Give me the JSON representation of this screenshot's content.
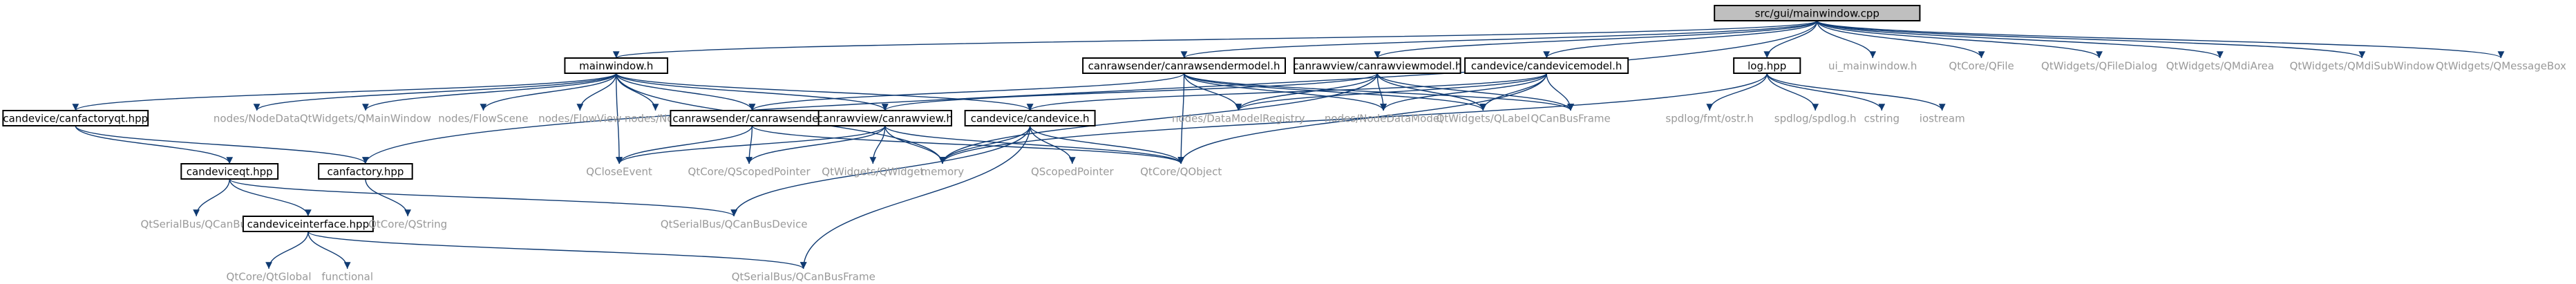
{
  "colors": {
    "edge": "#0f3a72",
    "root_fill": "#bfbfbf",
    "root_border": "#000000",
    "documented_fill": "#ffffff",
    "documented_border": "#000000",
    "external_text": "#999999",
    "documented_text": "#000000"
  },
  "nodes": [
    {
      "id": "mainwindow_cpp",
      "label": "src/gui/mainwindow.cpp",
      "kind": "root"
    },
    {
      "id": "mainwindow_h",
      "label": "mainwindow.h",
      "kind": "documented"
    },
    {
      "id": "canrawsendermodel_h",
      "label": "canrawsender/canrawsendermodel.h",
      "kind": "documented"
    },
    {
      "id": "canrawviewmodel_h",
      "label": "canrawview/canrawviewmodel.h",
      "kind": "documented"
    },
    {
      "id": "candevicemodel_h",
      "label": "candevice/candevicemodel.h",
      "kind": "documented"
    },
    {
      "id": "log_hpp",
      "label": "log.hpp",
      "kind": "documented"
    },
    {
      "id": "ui_mainwindow_h",
      "label": "ui_mainwindow.h",
      "kind": "external"
    },
    {
      "id": "qtcore_qfile",
      "label": "QtCore/QFile",
      "kind": "external"
    },
    {
      "id": "qtwidgets_qfiledialog",
      "label": "QtWidgets/QFileDialog",
      "kind": "external"
    },
    {
      "id": "qtwidgets_qmdiarea",
      "label": "QtWidgets/QMdiArea",
      "kind": "external"
    },
    {
      "id": "qtwidgets_qmdisubwindow",
      "label": "QtWidgets/QMdiSubWindow",
      "kind": "external"
    },
    {
      "id": "qtwidgets_qmessagebox",
      "label": "QtWidgets/QMessageBox",
      "kind": "external"
    },
    {
      "id": "canfactoryqt_hpp",
      "label": "candevice/canfactoryqt.hpp",
      "kind": "documented"
    },
    {
      "id": "nodes_nodedata",
      "label": "nodes/NodeData",
      "kind": "external"
    },
    {
      "id": "qtwidgets_qmainwindow",
      "label": "QtWidgets/QMainWindow",
      "kind": "external"
    },
    {
      "id": "nodes_flowscene",
      "label": "nodes/FlowScene",
      "kind": "external"
    },
    {
      "id": "nodes_flowview",
      "label": "nodes/FlowView",
      "kind": "external"
    },
    {
      "id": "nodes_node",
      "label": "nodes/Node",
      "kind": "external"
    },
    {
      "id": "canrawsender_h",
      "label": "canrawsender/canrawsender.h",
      "kind": "documented"
    },
    {
      "id": "canrawview_h",
      "label": "canrawview/canrawview.h",
      "kind": "documented"
    },
    {
      "id": "candevice_h",
      "label": "candevice/candevice.h",
      "kind": "documented"
    },
    {
      "id": "nodes_datamodelregistry",
      "label": "nodes/DataModelRegistry",
      "kind": "external"
    },
    {
      "id": "nodes_nodedatamodel",
      "label": "nodes/NodeDataModel",
      "kind": "external"
    },
    {
      "id": "qtwidgets_qlabel",
      "label": "QtWidgets/QLabel",
      "kind": "external"
    },
    {
      "id": "qcanbusframe",
      "label": "QCanBusFrame",
      "kind": "external"
    },
    {
      "id": "spdlog_fmt_ostr_h",
      "label": "spdlog/fmt/ostr.h",
      "kind": "external"
    },
    {
      "id": "spdlog_spdlog_h",
      "label": "spdlog/spdlog.h",
      "kind": "external"
    },
    {
      "id": "cstring",
      "label": "cstring",
      "kind": "external"
    },
    {
      "id": "iostream",
      "label": "iostream",
      "kind": "external"
    },
    {
      "id": "candeviceqt_hpp",
      "label": "candeviceqt.hpp",
      "kind": "documented"
    },
    {
      "id": "canfactory_hpp",
      "label": "canfactory.hpp",
      "kind": "documented"
    },
    {
      "id": "qcloseevent",
      "label": "QCloseEvent",
      "kind": "external"
    },
    {
      "id": "qtcore_qscopedpointer",
      "label": "QtCore/QScopedPointer",
      "kind": "external"
    },
    {
      "id": "qtwidgets_qwidget",
      "label": "QtWidgets/QWidget",
      "kind": "external"
    },
    {
      "id": "memory",
      "label": "memory",
      "kind": "external"
    },
    {
      "id": "qscopedpointer",
      "label": "QScopedPointer",
      "kind": "external"
    },
    {
      "id": "qtcore_qobject",
      "label": "QtCore/QObject",
      "kind": "external"
    },
    {
      "id": "qtserialbus_qcanbus",
      "label": "QtSerialBus/QCanBus",
      "kind": "external"
    },
    {
      "id": "candeviceinterface_hpp",
      "label": "candeviceinterface.hpp",
      "kind": "documented"
    },
    {
      "id": "qtcore_qstring",
      "label": "QtCore/QString",
      "kind": "external"
    },
    {
      "id": "qtserialbus_qcanbusdevice",
      "label": "QtSerialBus/QCanBusDevice",
      "kind": "external"
    },
    {
      "id": "qtcore_qtglobal",
      "label": "QtCore/QtGlobal",
      "kind": "external"
    },
    {
      "id": "functional",
      "label": "functional",
      "kind": "external"
    },
    {
      "id": "qtserialbus_qcanbusframe",
      "label": "QtSerialBus/QCanBusFrame",
      "kind": "external"
    }
  ],
  "edges": [
    [
      "mainwindow_cpp",
      "mainwindow_h"
    ],
    [
      "mainwindow_cpp",
      "canrawsendermodel_h"
    ],
    [
      "mainwindow_cpp",
      "canrawviewmodel_h"
    ],
    [
      "mainwindow_cpp",
      "candevicemodel_h"
    ],
    [
      "mainwindow_cpp",
      "log_hpp"
    ],
    [
      "mainwindow_cpp",
      "ui_mainwindow_h"
    ],
    [
      "mainwindow_cpp",
      "qtcore_qfile"
    ],
    [
      "mainwindow_cpp",
      "qtwidgets_qfiledialog"
    ],
    [
      "mainwindow_cpp",
      "qtwidgets_qmdiarea"
    ],
    [
      "mainwindow_cpp",
      "qtwidgets_qmdisubwindow"
    ],
    [
      "mainwindow_cpp",
      "qtwidgets_qmessagebox"
    ],
    [
      "mainwindow_cpp",
      "canfactory_hpp"
    ],
    [
      "mainwindow_h",
      "canfactoryqt_hpp"
    ],
    [
      "mainwindow_h",
      "nodes_nodedata"
    ],
    [
      "mainwindow_h",
      "qtwidgets_qmainwindow"
    ],
    [
      "mainwindow_h",
      "nodes_flowscene"
    ],
    [
      "mainwindow_h",
      "nodes_flowview"
    ],
    [
      "mainwindow_h",
      "nodes_node"
    ],
    [
      "mainwindow_h",
      "canrawsender_h"
    ],
    [
      "mainwindow_h",
      "canrawview_h"
    ],
    [
      "mainwindow_h",
      "candevice_h"
    ],
    [
      "mainwindow_h",
      "qcloseevent"
    ],
    [
      "mainwindow_h",
      "memory"
    ],
    [
      "canrawsendermodel_h",
      "canrawsender_h"
    ],
    [
      "canrawsendermodel_h",
      "nodes_datamodelregistry"
    ],
    [
      "canrawsendermodel_h",
      "nodes_nodedatamodel"
    ],
    [
      "canrawsendermodel_h",
      "qtwidgets_qlabel"
    ],
    [
      "canrawsendermodel_h",
      "qtcore_qobject"
    ],
    [
      "canrawsendermodel_h",
      "qcanbusframe"
    ],
    [
      "canrawviewmodel_h",
      "canrawview_h"
    ],
    [
      "canrawviewmodel_h",
      "nodes_datamodelregistry"
    ],
    [
      "canrawviewmodel_h",
      "nodes_nodedatamodel"
    ],
    [
      "canrawviewmodel_h",
      "qtwidgets_qlabel"
    ],
    [
      "canrawviewmodel_h",
      "qcanbusframe"
    ],
    [
      "canrawviewmodel_h",
      "memory"
    ],
    [
      "candevicemodel_h",
      "candevice_h"
    ],
    [
      "candevicemodel_h",
      "nodes_datamodelregistry"
    ],
    [
      "candevicemodel_h",
      "nodes_nodedatamodel"
    ],
    [
      "candevicemodel_h",
      "qtwidgets_qlabel"
    ],
    [
      "candevicemodel_h",
      "qcanbusframe"
    ],
    [
      "candevicemodel_h",
      "qtcore_qobject"
    ],
    [
      "log_hpp",
      "spdlog_fmt_ostr_h"
    ],
    [
      "log_hpp",
      "spdlog_spdlog_h"
    ],
    [
      "log_hpp",
      "cstring"
    ],
    [
      "log_hpp",
      "iostream"
    ],
    [
      "log_hpp",
      "memory"
    ],
    [
      "canfactoryqt_hpp",
      "candeviceqt_hpp"
    ],
    [
      "canfactoryqt_hpp",
      "canfactory_hpp"
    ],
    [
      "canrawsender_h",
      "qcloseevent"
    ],
    [
      "canrawsender_h",
      "qtcore_qscopedpointer"
    ],
    [
      "canrawsender_h",
      "qtcore_qobject"
    ],
    [
      "canrawview_h",
      "qcloseevent"
    ],
    [
      "canrawview_h",
      "qtcore_qscopedpointer"
    ],
    [
      "canrawview_h",
      "qtwidgets_qwidget"
    ],
    [
      "canrawview_h",
      "memory"
    ],
    [
      "canrawview_h",
      "qtcore_qobject"
    ],
    [
      "candevice_h",
      "qscopedpointer"
    ],
    [
      "candevice_h",
      "qtcore_qobject"
    ],
    [
      "candevice_h",
      "memory"
    ],
    [
      "candevice_h",
      "qtserialbus_qcanbusdevice"
    ],
    [
      "candevice_h",
      "qtserialbus_qcanbusframe"
    ],
    [
      "candeviceqt_hpp",
      "qtserialbus_qcanbus"
    ],
    [
      "candeviceqt_hpp",
      "candeviceinterface_hpp"
    ],
    [
      "candeviceqt_hpp",
      "qtserialbus_qcanbusdevice"
    ],
    [
      "canfactory_hpp",
      "qtcore_qstring"
    ],
    [
      "candeviceinterface_hpp",
      "qtcore_qtglobal"
    ],
    [
      "candeviceinterface_hpp",
      "functional"
    ],
    [
      "candeviceinterface_hpp",
      "qtserialbus_qcanbusframe"
    ]
  ]
}
